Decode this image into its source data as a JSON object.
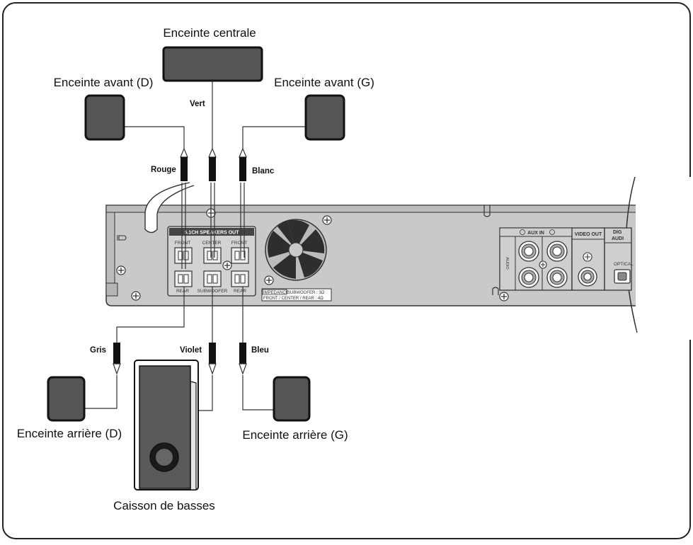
{
  "labels": {
    "center_speaker": "Enceinte centrale",
    "front_right": "Enceinte avant (D)",
    "front_left": "Enceinte avant (G)",
    "rear_right": "Enceinte arrière (D)",
    "rear_left": "Enceinte arrière (G)",
    "subwoofer": "Caisson de basses"
  },
  "wire_colors": {
    "center": "Vert",
    "front_right": "Rouge",
    "front_left": "Blanc",
    "rear_right": "Gris",
    "subwoofer": "Violet",
    "rear_left": "Bleu"
  },
  "panel": {
    "speakers_out_title": "5.1CH SPEAKERS OUT",
    "front_1": "FRONT",
    "center": "CENTER",
    "front_2": "FRONT",
    "rear_1": "REAR",
    "subwoofer": "SUBWOOFER",
    "rear_2": "REAR",
    "impedance_tag": "IMPEDANCE",
    "impedance_sub": "SUBWOOFER : 3Ω",
    "impedance_front": "FRONT / CENTER / REAR : 4Ω",
    "aux_in": "AUX IN",
    "audio": "AUDIO",
    "video_out": "VIDEO OUT",
    "digital_audio_1": "DIG",
    "digital_audio_2": "AUDI",
    "optical": "OPTICAL"
  }
}
